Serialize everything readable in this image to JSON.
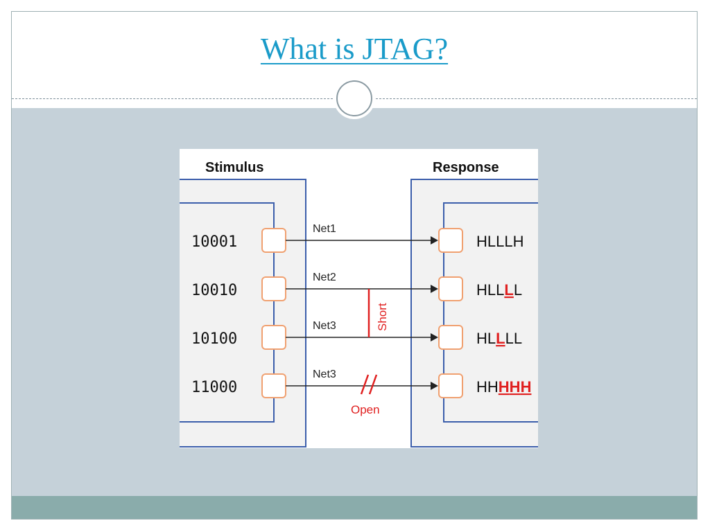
{
  "slide": {
    "title": "What is JTAG?"
  },
  "diagram": {
    "stimulus_label": "Stimulus",
    "response_label": "Response",
    "rows": [
      {
        "stimulus": "10001",
        "net": "Net1",
        "response": [
          "H",
          "L",
          "L",
          "L",
          "H"
        ],
        "faulty": []
      },
      {
        "stimulus": "10010",
        "net": "Net2",
        "response": [
          "H",
          "L",
          "L",
          "L",
          "L"
        ],
        "faulty": [
          3
        ]
      },
      {
        "stimulus": "10100",
        "net": "Net3",
        "response": [
          "H",
          "L",
          "L",
          "L",
          "L"
        ],
        "faulty": [
          2
        ]
      },
      {
        "stimulus": "11000",
        "net": "Net3",
        "response": [
          "H",
          "H",
          "H",
          "H",
          "H"
        ],
        "faulty": [
          2,
          3,
          4
        ]
      }
    ],
    "short_label": "Short",
    "open_label": "Open",
    "colors": {
      "chip_border": "#3b5eab",
      "pin_border": "#f0a070",
      "fault": "#e02020",
      "wire": "#222222",
      "chip_fill": "#f2f2f2"
    }
  }
}
